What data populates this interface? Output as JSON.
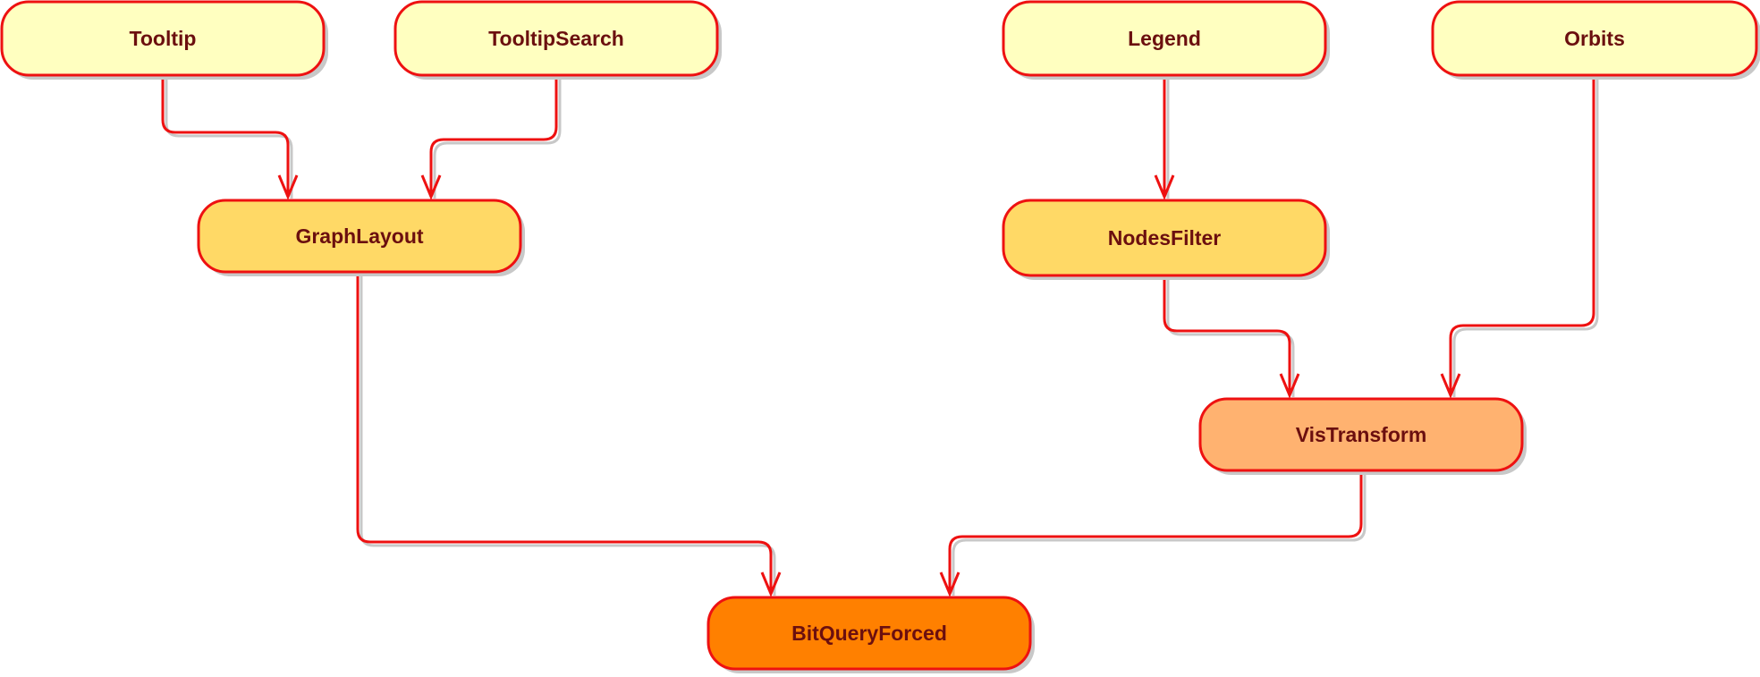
{
  "diagram": {
    "colors": {
      "stroke": "#ee1111",
      "shadow": "#c8c8c8",
      "label": "#6b0f0f",
      "level1_fill": "#ffffc0",
      "level2_fill": "#ffd966",
      "level3_fill": "#ffb270",
      "level4_fill": "#ff8000"
    },
    "nodes": [
      {
        "id": "tooltip",
        "label": "Tooltip",
        "level": 1
      },
      {
        "id": "tooltipsearch",
        "label": "TooltipSearch",
        "level": 1
      },
      {
        "id": "legend",
        "label": "Legend",
        "level": 1
      },
      {
        "id": "orbits",
        "label": "Orbits",
        "level": 1
      },
      {
        "id": "graphlayout",
        "label": "GraphLayout",
        "level": 2
      },
      {
        "id": "nodesfilter",
        "label": "NodesFilter",
        "level": 2
      },
      {
        "id": "vistransform",
        "label": "VisTransform",
        "level": 3
      },
      {
        "id": "bitqueryforced",
        "label": "BitQueryForced",
        "level": 4
      }
    ],
    "edges": [
      {
        "from": "tooltip",
        "to": "graphlayout"
      },
      {
        "from": "tooltipsearch",
        "to": "graphlayout"
      },
      {
        "from": "legend",
        "to": "nodesfilter"
      },
      {
        "from": "nodesfilter",
        "to": "vistransform"
      },
      {
        "from": "orbits",
        "to": "vistransform"
      },
      {
        "from": "graphlayout",
        "to": "bitqueryforced"
      },
      {
        "from": "vistransform",
        "to": "bitqueryforced"
      }
    ]
  }
}
